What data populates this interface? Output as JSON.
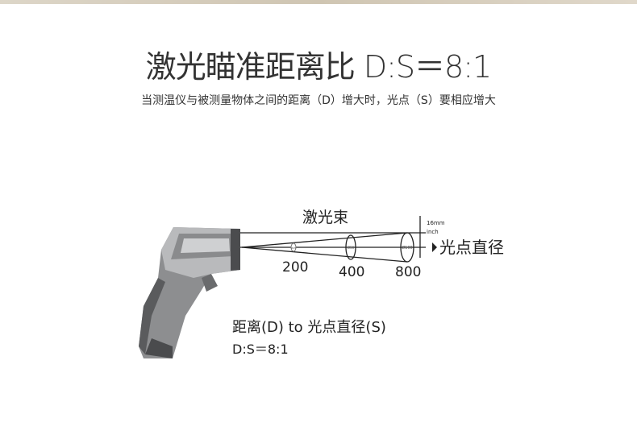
{
  "title": "激光瞄准距离比 D:S＝8:1",
  "subtitle": "当测温仪与被测量物体之间的距离（D）增大时，光点（S）要相应增大",
  "diagram": {
    "beam_label": "激光束",
    "distances": [
      "200",
      "400",
      "800"
    ],
    "spot_sizes": [
      "Ø25",
      "Ø50",
      "Ø100"
    ],
    "unit_line1": "16mm",
    "unit_line2": "inch",
    "spot_label": "光点直径",
    "caption_line1": "距离(D) to 光点直径(S)",
    "caption_line2": "D:S＝8:1"
  }
}
